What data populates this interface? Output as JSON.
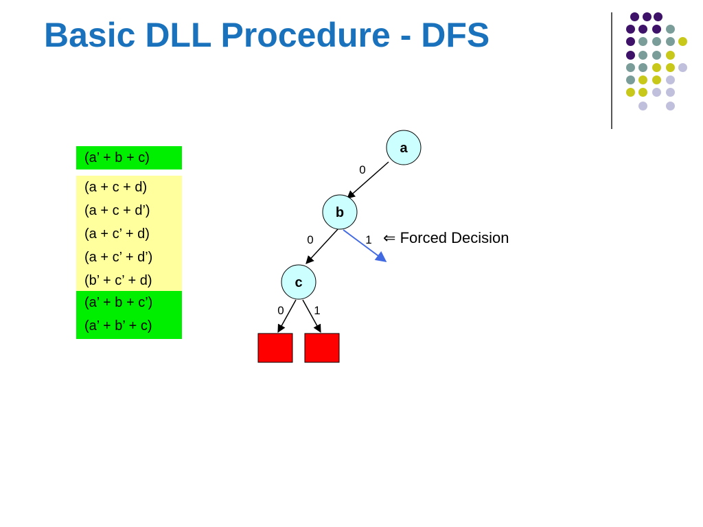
{
  "slide": {
    "title": "Basic DLL Procedure - DFS"
  },
  "colors": {
    "title": "#1a72bd",
    "satisfied_clause_bg": "#00ee00",
    "unresolved_clause_bg": "#ffff9e",
    "node_fill": "#ccffff",
    "leaf_fill": "#ff0000",
    "forced_edge": "#4169e1"
  },
  "clauses": {
    "top": [
      "(a’ + b + c)"
    ],
    "middle": [
      "(a + c + d)",
      "(a + c + d’)",
      "(a + c’ + d)",
      "(a + c’ + d’)",
      "(b’ + c’ + d)"
    ],
    "bottom": [
      "(a’ + b + c’)",
      "(a’ + b’ + c)"
    ]
  },
  "tree": {
    "nodes": {
      "a": "a",
      "b": "b",
      "c": "c"
    },
    "edge_labels": {
      "a_to_b": "0",
      "b_to_c": "0",
      "b_forced": "1",
      "c_left": "0",
      "c_right": "1"
    },
    "forced_note": {
      "arrow_symbol": "⇐",
      "text": "Forced Decision"
    }
  },
  "decoration": {
    "dot_colors": [
      "#3d1268",
      "#7a9d9a",
      "#c8c81a",
      "#c0c0dc"
    ]
  }
}
